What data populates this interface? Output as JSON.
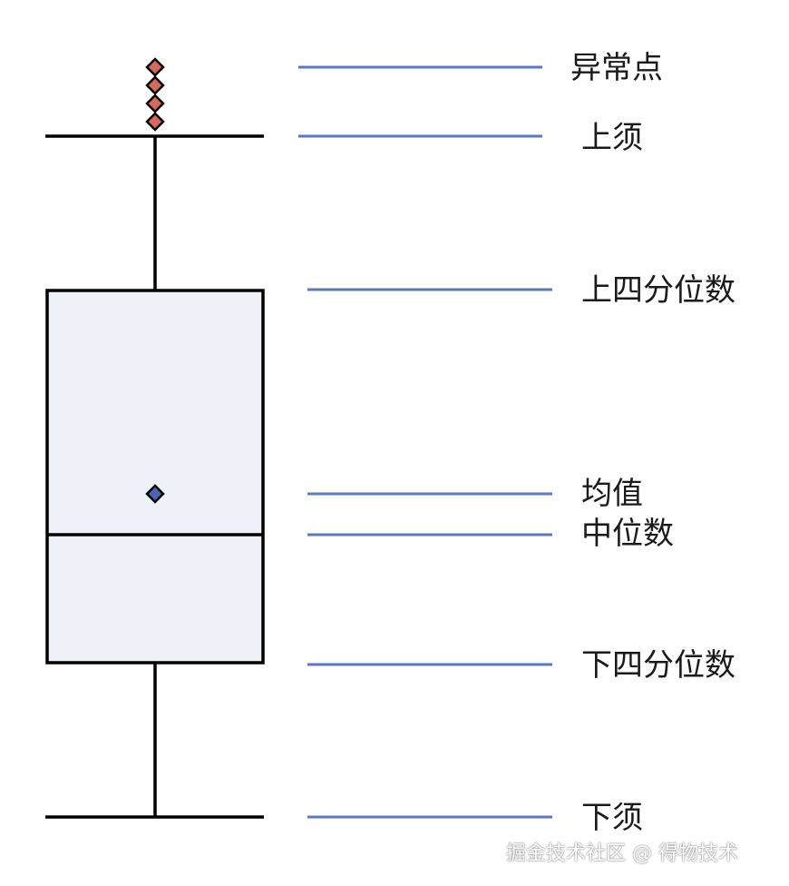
{
  "diagram": {
    "type": "boxplot-explanation",
    "labels": {
      "outliers": "异常点",
      "upper_whisker": "上须",
      "upper_quartile": "上四分位数",
      "mean": "均值",
      "median": "中位数",
      "lower_quartile": "下四分位数",
      "lower_whisker": "下须"
    },
    "colors": {
      "box_fill": "#eef1f8",
      "stroke": "#000000",
      "outlier": "#d46a5e",
      "mean_marker": "#4a62b0",
      "leader_line": "#5b7ab8"
    }
  },
  "watermark": {
    "text": "掘金技术社区 @ 得物技术"
  }
}
